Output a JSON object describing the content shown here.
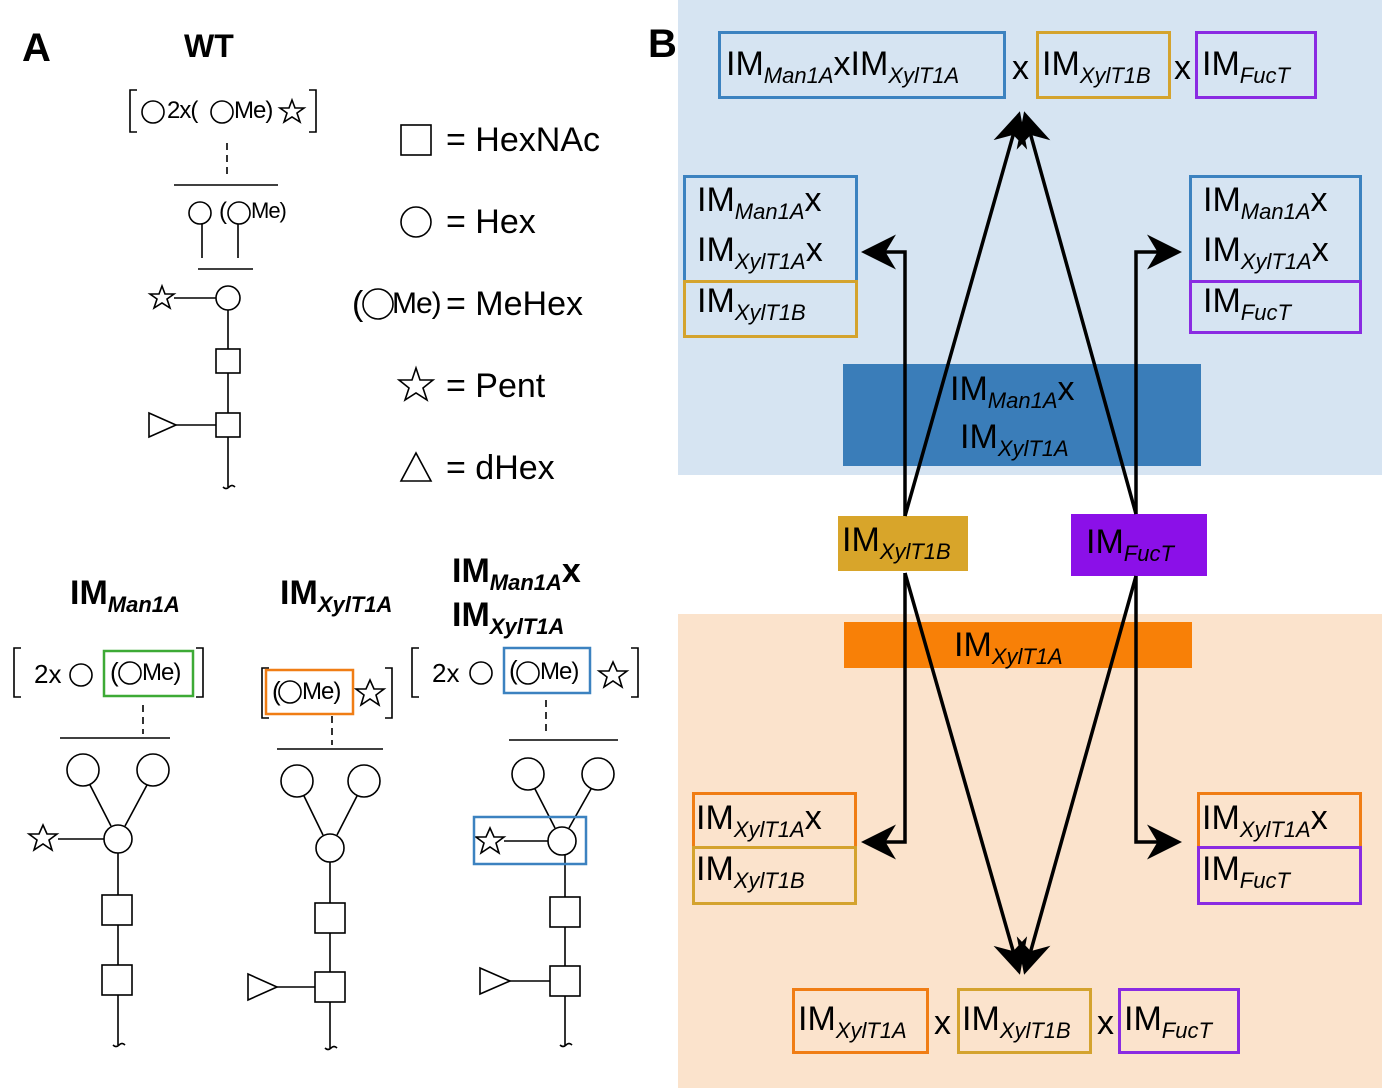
{
  "panel_a": {
    "letter": "A",
    "wt_title": "WT",
    "wt_top": "2x(",
    "me": "Me)",
    "legend": [
      {
        "symbol": "square",
        "label": "= HexNAc"
      },
      {
        "symbol": "circle",
        "label": "= Hex"
      },
      {
        "symbol": "mehex",
        "label": "= MeHex",
        "prefix": "(",
        "suffix": "Me)"
      },
      {
        "symbol": "star",
        "label": "= Pent"
      },
      {
        "symbol": "triangle",
        "label": "= dHex"
      }
    ],
    "mutants": [
      {
        "name": "IM",
        "sub": "Man1A"
      },
      {
        "name": "IM",
        "sub": "XylT1A"
      },
      {
        "name1": "IM",
        "sub1": "Man1A",
        "x": "x",
        "name2": "IM",
        "sub2": "XylT1A"
      }
    ],
    "two_x": "2x"
  },
  "panel_b": {
    "letter": "B",
    "im": "IM",
    "x": "x",
    "subs": {
      "man1a": "Man1A",
      "xylt1a": "XylT1A",
      "xylt1b": "XylT1B",
      "fuct": "FucT"
    },
    "top_triple_x1": "xIM",
    "colors": {
      "blue": "#3c82c0",
      "gold": "#d4a32e",
      "purple": "#8a2be2",
      "orange": "#f07d14",
      "bg_blue": "#d6e4f2",
      "bg_orange": "#fbe3cc",
      "bar_blue": "#3a7db9",
      "bar_gold": "#d8a52a",
      "bar_purple": "#8b10e8",
      "bar_orange": "#f88007"
    }
  }
}
